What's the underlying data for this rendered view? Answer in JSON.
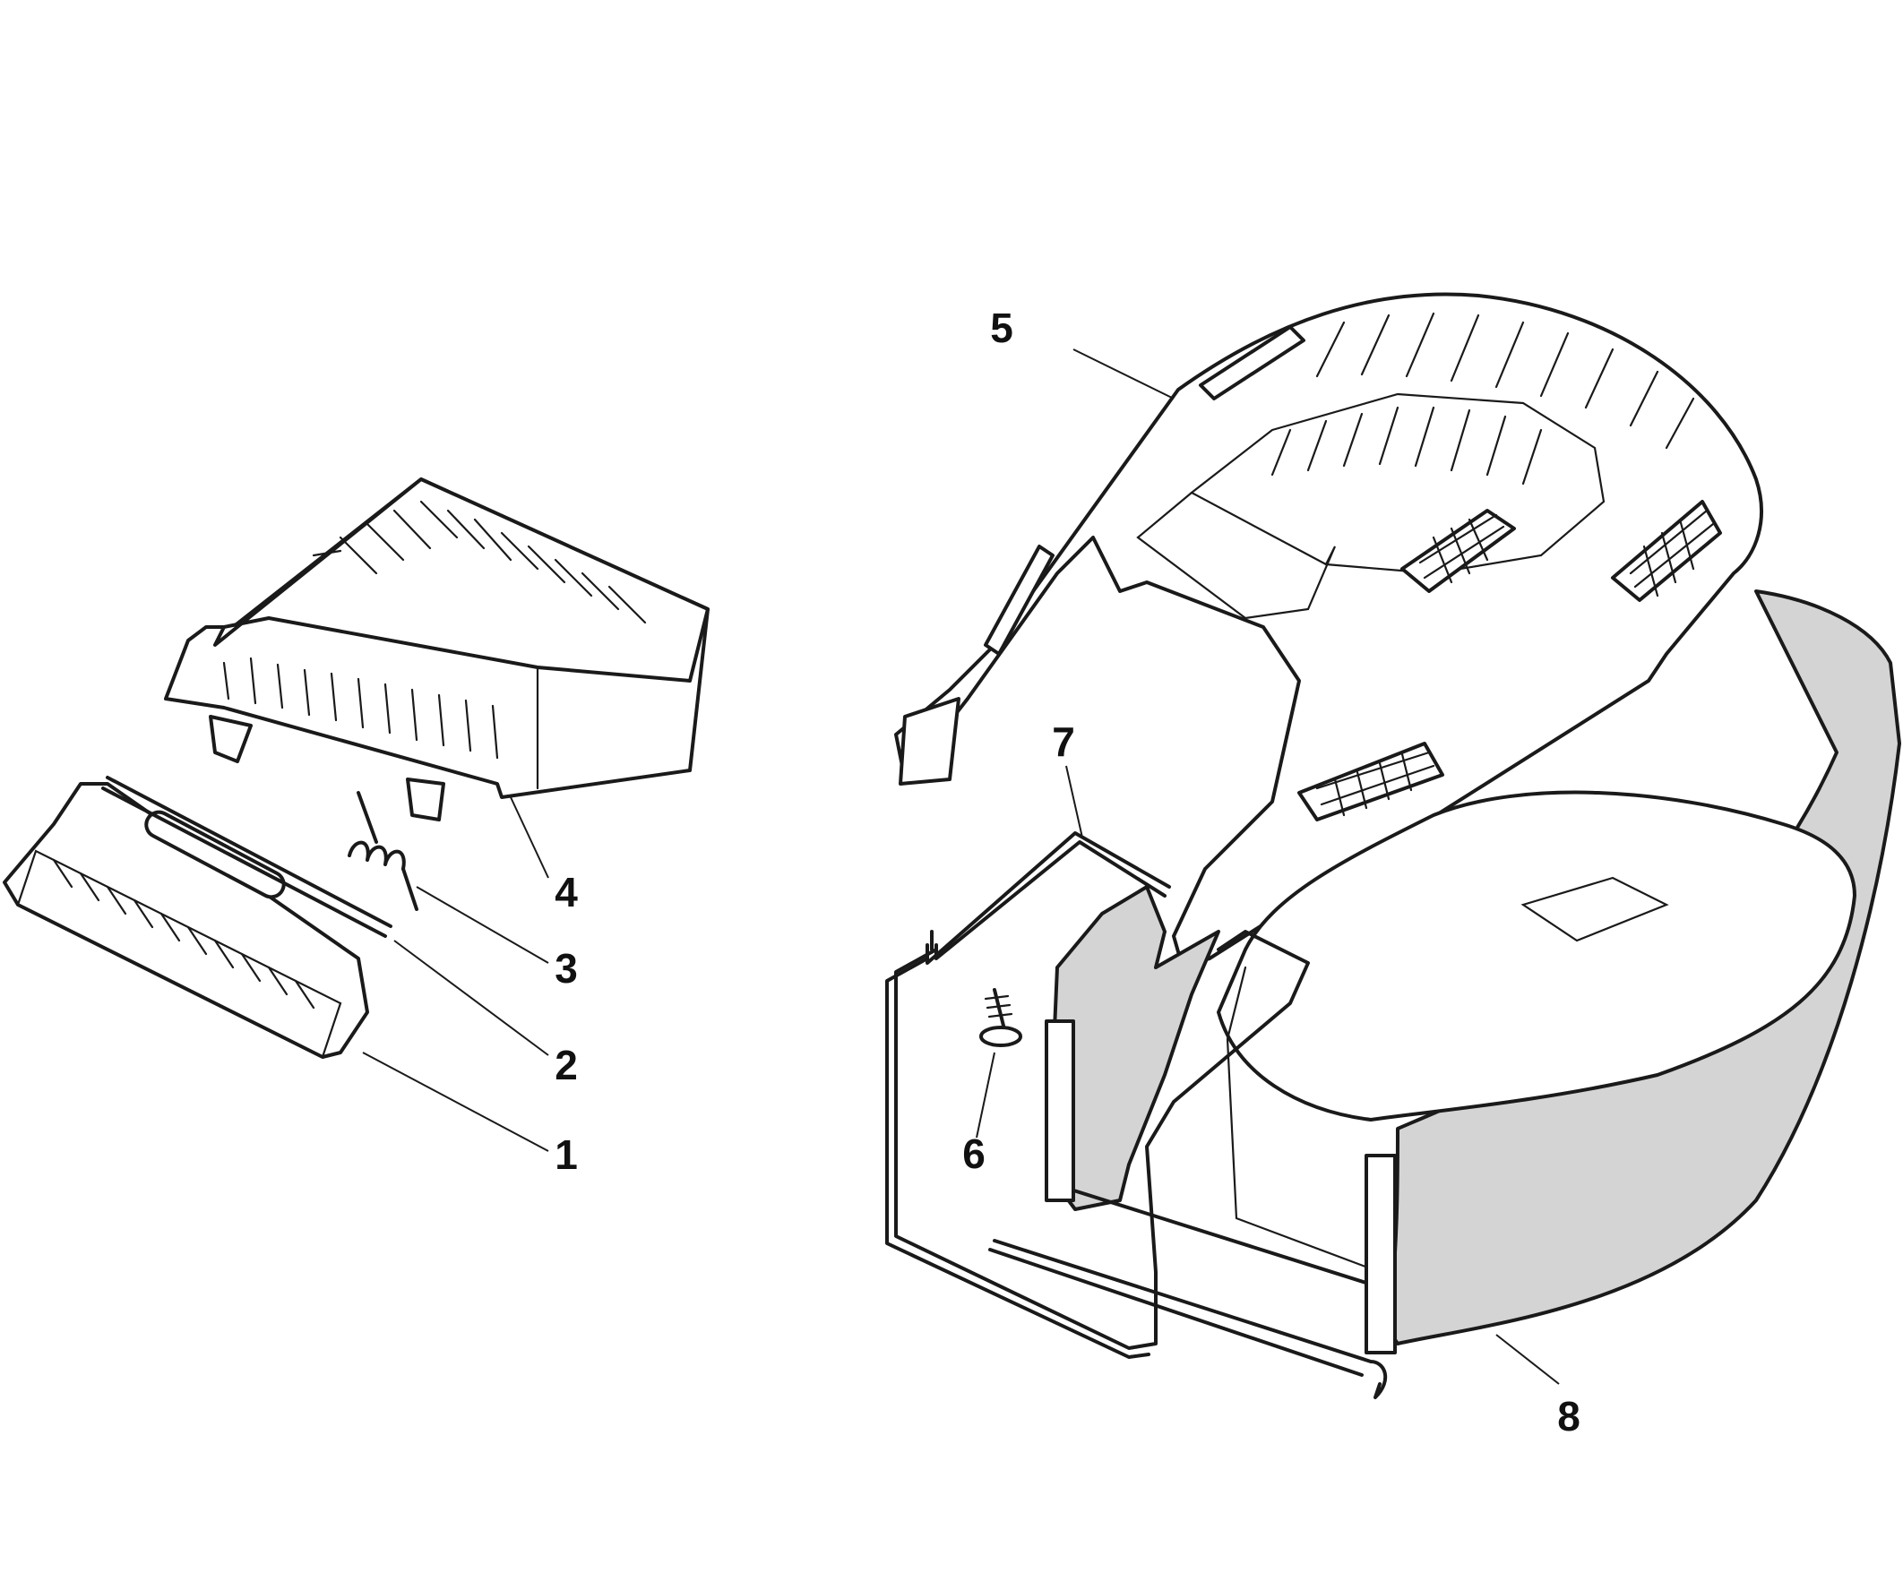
{
  "colors": {
    "line": "#1a1a1a",
    "background": "#ffffff",
    "fabric": "#d4d4d4"
  },
  "callouts": [
    {
      "id": "1",
      "label": "1"
    },
    {
      "id": "2",
      "label": "2"
    },
    {
      "id": "3",
      "label": "3"
    },
    {
      "id": "4",
      "label": "4"
    },
    {
      "id": "5",
      "label": "5"
    },
    {
      "id": "6",
      "label": "6"
    },
    {
      "id": "7",
      "label": "7"
    },
    {
      "id": "8",
      "label": "8"
    }
  ]
}
